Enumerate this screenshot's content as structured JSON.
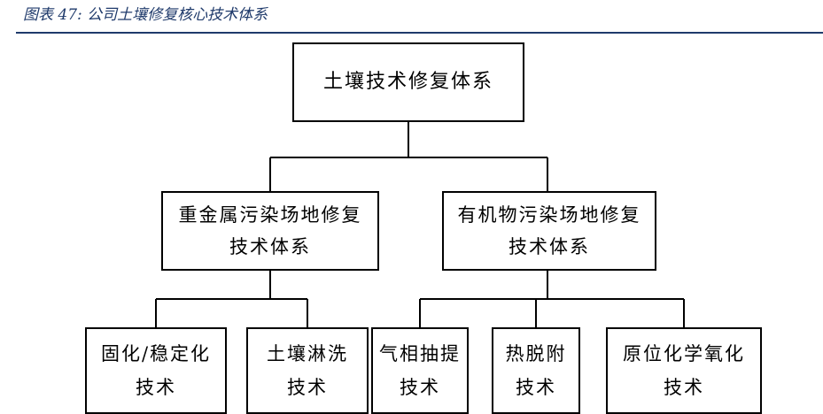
{
  "caption": "图表 47:  公司土壤修复核心技术体系",
  "diagram": {
    "root": {
      "label": "土壤技术修复体系"
    },
    "branches": [
      {
        "label": "重金属污染场地修复\n技术体系",
        "children": [
          {
            "label": "固化/稳定化\n技术"
          },
          {
            "label": "土壤淋洗\n技术"
          }
        ]
      },
      {
        "label": "有机物污染场地修复\n技术体系",
        "children": [
          {
            "label": "气相抽提\n技术"
          },
          {
            "label": "热脱附\n技术"
          },
          {
            "label": "原位化学氧化\n技术"
          }
        ]
      }
    ]
  }
}
